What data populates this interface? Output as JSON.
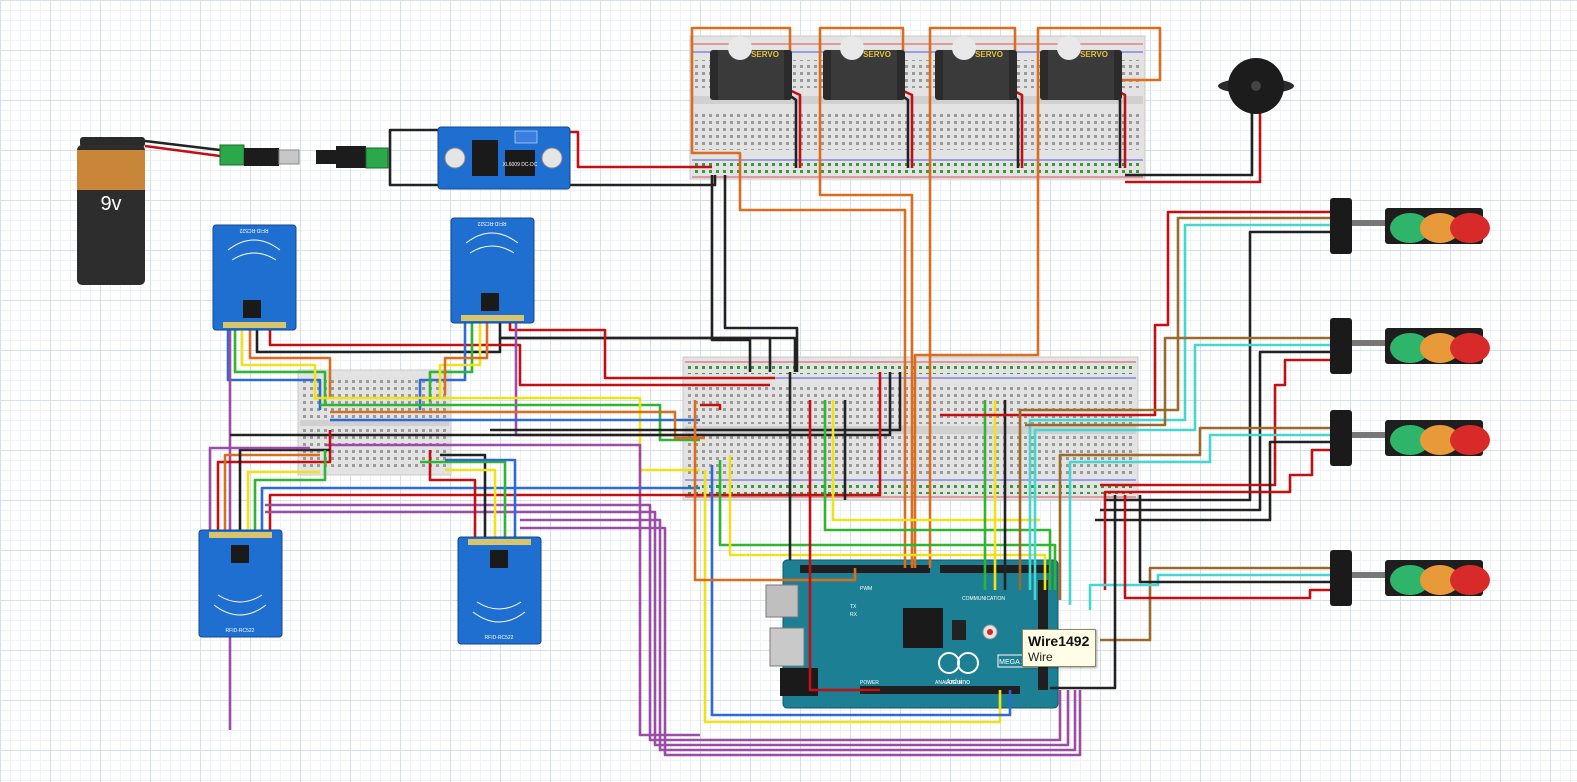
{
  "battery": {
    "label": "9v"
  },
  "servos": [
    {
      "label": "SERVO"
    },
    {
      "label": "SERVO"
    },
    {
      "label": "SERVO"
    },
    {
      "label": "SERVO"
    }
  ],
  "rfid_modules": [
    {
      "label": "RFID-RC522"
    },
    {
      "label": "RFID-RC522"
    },
    {
      "label": "RFID-RC522"
    },
    {
      "label": "RFID-RC522"
    }
  ],
  "buck_converter": {
    "title": "XL6009 DC-DC"
  },
  "arduino": {
    "model": "MEGA 2560",
    "brand": "Arduino",
    "analog_label": "ANALOG IN",
    "power_label": "POWER",
    "comm_label": "COMMUNICATION",
    "pwm_label": "PWM",
    "tx": "TX",
    "rx": "RX"
  },
  "tooltip": {
    "title": "Wire1492",
    "subtitle": "Wire"
  },
  "colors": {
    "wire_red": "#c40f12",
    "wire_black": "#222222",
    "wire_orange": "#d96f1e",
    "wire_yellow": "#f0e21a",
    "wire_green": "#2fb52f",
    "wire_blue": "#2f6ad1",
    "wire_purple": "#9b4ca6",
    "wire_cyan": "#45d6d0",
    "wire_brown": "#9a6a2a",
    "module_blue": "#1f6fd0",
    "arduino_teal": "#1c7f93"
  }
}
